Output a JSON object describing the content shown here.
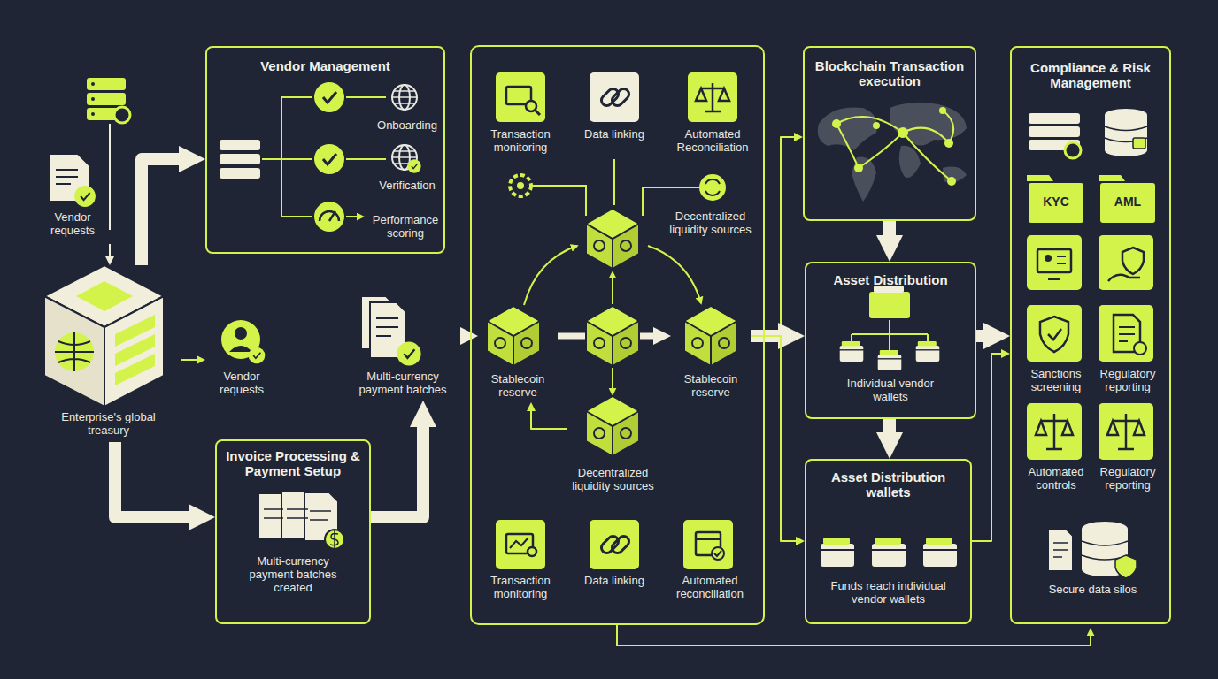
{
  "diagram": {
    "nodes": [
      {
        "text": [
          "Vendor requests"
        ]
      },
      {
        "text": [
          "Enterprise's global treasury"
        ]
      },
      {
        "text": [
          "Vendor requests"
        ]
      },
      {
        "text": [
          "Vendor Management"
        ]
      },
      {
        "text": [
          "Onboarding"
        ],
        "in": 3
      },
      {
        "text": [
          "Verification"
        ],
        "in": 3
      },
      {
        "text": [
          "Performance scoring"
        ],
        "in": 3
      },
      {
        "text": [
          "Invoice Processing & Payment Setup",
          "Multi-currency payment batches created"
        ]
      },
      {
        "text": [
          "Multi-currency payment batches"
        ]
      },
      {
        "text": [
          "Transaction monitoring"
        ]
      },
      {
        "text": [
          "Data linking"
        ]
      },
      {
        "text": [
          "Automated Reconciliation"
        ]
      },
      {
        "text": [
          "Decentralized liquidity sources"
        ]
      },
      {
        "text": [
          "Stablecoin reserve"
        ]
      },
      {
        "text": [
          "Stablecoin reserve"
        ]
      },
      {
        "text": [
          "Decentralized liquidity sources"
        ]
      },
      {
        "text": [
          "Transaction monitoring"
        ]
      },
      {
        "text": [
          "Data linking"
        ]
      },
      {
        "text": [
          "Automated reconciliation"
        ]
      },
      {
        "text": [
          "Blockchain Transaction execution"
        ]
      },
      {
        "text": [
          "Asset Distribution",
          "Individual vendor wallets"
        ]
      },
      {
        "text": [
          "Asset Distribution wallets",
          "Funds reach individual vendor wallets"
        ]
      },
      {
        "text": [
          "Compliance & Risk Management"
        ]
      },
      {
        "text": [
          "KYC"
        ],
        "in": 22
      },
      {
        "text": [
          "AML"
        ],
        "in": 22
      },
      {
        "text": [
          "Sanctions screening"
        ],
        "in": 22
      },
      {
        "text": [
          "Regulatory reporting"
        ],
        "in": 22
      },
      {
        "text": [
          "Automated controls"
        ],
        "in": 22
      },
      {
        "text": [
          "Regulatory reporting"
        ],
        "in": 22
      },
      {
        "text": [
          "Secure data silos"
        ],
        "in": 22
      }
    ],
    "edges": [
      {
        "from": 0,
        "to": 1,
        "arrow": "to"
      },
      {
        "from": 1,
        "to": 3,
        "arrow": "to"
      },
      {
        "from": 1,
        "to": 2,
        "arrow": "to"
      },
      {
        "from": 1,
        "to": 7,
        "arrow": "to"
      },
      {
        "from": 7,
        "to": 8,
        "arrow": "to"
      },
      {
        "from": 8,
        "to": 13,
        "arrow": "to"
      },
      {
        "from": 13,
        "to": 14,
        "arrow": "to"
      },
      {
        "from": 14,
        "to": 19,
        "arrow": "to"
      },
      {
        "from": 14,
        "to": 20,
        "arrow": "to"
      },
      {
        "from": 14,
        "to": 21,
        "arrow": "to"
      },
      {
        "from": 19,
        "to": 20,
        "arrow": "to"
      },
      {
        "from": 20,
        "to": 21,
        "arrow": "to"
      },
      {
        "from": 20,
        "to": 22,
        "arrow": "to"
      },
      {
        "from": 21,
        "to": 22,
        "arrow": "to"
      },
      {
        "from": 15,
        "to": 13,
        "arrow": "to"
      }
    ]
  }
}
